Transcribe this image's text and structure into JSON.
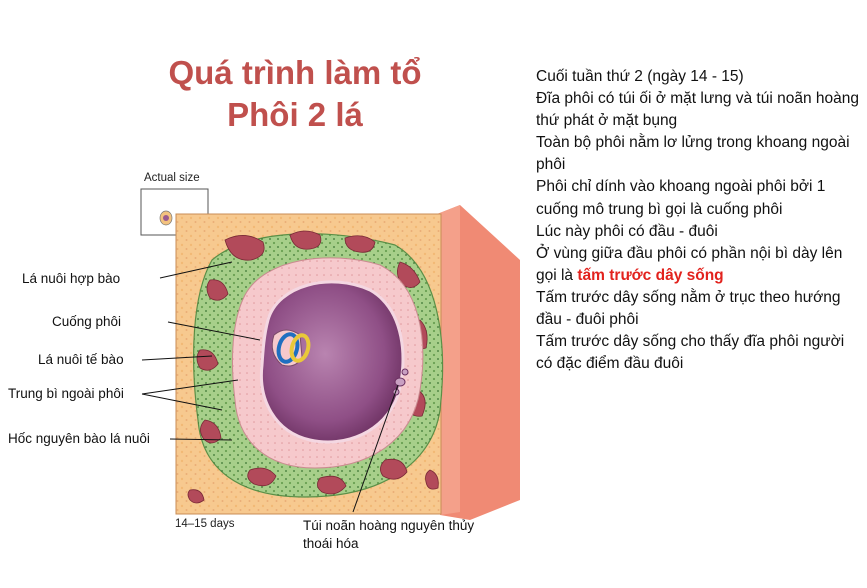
{
  "title": {
    "line1": "Quá trình làm tổ",
    "line2": "Phôi 2 lá"
  },
  "notes": [
    "Cuối tuần thứ 2 (ngày 14 - 15)",
    "Đĩa phôi có túi ối ở mặt lưng và túi noãn hoàng thứ phát ở mặt bụng",
    "Toàn bộ phôi nằm lơ lửng trong khoang ngoài phôi",
    "Phôi chỉ dính vào khoang ngoài phôi bởi 1 cuống mô trung bì gọi là cuống phôi",
    "Lúc này phôi có đầu - đuôi"
  ],
  "highlight_note": {
    "before": "Ở vùng giữa đầu phôi có phần nội bì dày lên gọi là ",
    "highlight": "tấm trước dây sống"
  },
  "notes_after": [
    "Tấm trước dây sống nằm ở trục theo hướng đầu - đuôi phôi",
    "Tấm trước dây sống cho thấy đĩa phôi người có đặc điểm đầu đuôi"
  ],
  "figure": {
    "actual_size": "Actual size",
    "days": "14–15 days",
    "labels": {
      "syncytiotrophoblast": "Lá nuôi hợp bào",
      "connecting_stalk": "Cuống phôi",
      "cytotrophoblast": "Lá nuôi tế bào",
      "extraembryonic_mesoderm": "Trung bì ngoài phôi",
      "lacunae": "Hốc nguyên bào lá nuôi",
      "degenerating_yolk_sac": "Túi noãn hoàng nguyên thủy thoái hóa"
    }
  },
  "colors": {
    "title": "#c0504d",
    "highlight": "#e2221d",
    "trophoblast": "#f7c98f",
    "mesoderm": "#a7cf8a",
    "cavity": "#f6c9cc",
    "yolk_sac": "#a0578e",
    "lacuna": "#b24a5a"
  }
}
